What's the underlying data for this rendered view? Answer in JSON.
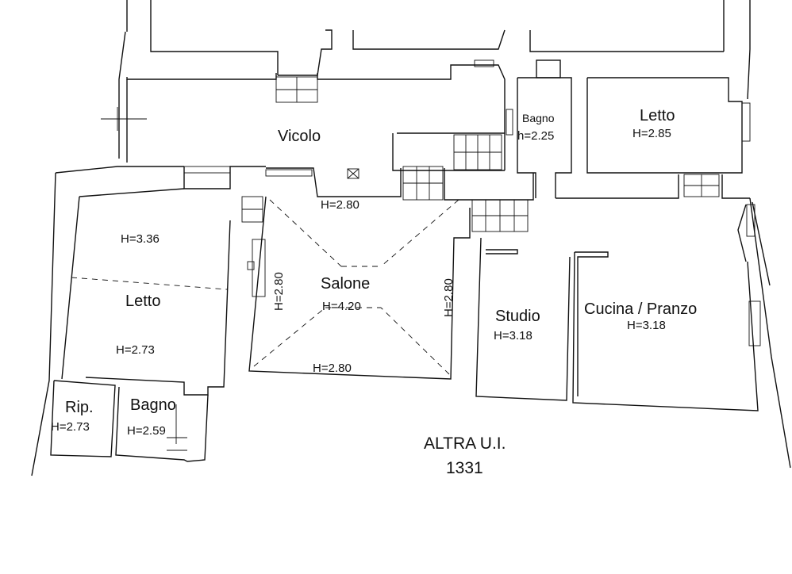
{
  "plan": {
    "rooms": {
      "vicolo": {
        "name": "Vicolo"
      },
      "bagno_top": {
        "name": "Bagno",
        "height": "h=2.25"
      },
      "letto_top": {
        "name": "Letto",
        "height": "H=2.85"
      },
      "letto_left": {
        "name": "Letto",
        "height_upper": "H=3.36",
        "height_lower": "H=2.73"
      },
      "salone": {
        "name": "Salone",
        "height": "H=4.20",
        "wall_top": "H=2.80",
        "wall_left": "H=2.80",
        "wall_right": "H=2.80",
        "wall_bottom": "H=2.80"
      },
      "studio": {
        "name": "Studio",
        "height": "H=3.18"
      },
      "cucina": {
        "name": "Cucina / Pranzo",
        "height": "H=3.18"
      },
      "rip": {
        "name": "Rip.",
        "height": "H=2.73"
      },
      "bagno_bottom": {
        "name": "Bagno",
        "height": "H=2.59"
      }
    },
    "other_unit": {
      "line1": "ALTRA U.I.",
      "line2": "1331"
    }
  }
}
